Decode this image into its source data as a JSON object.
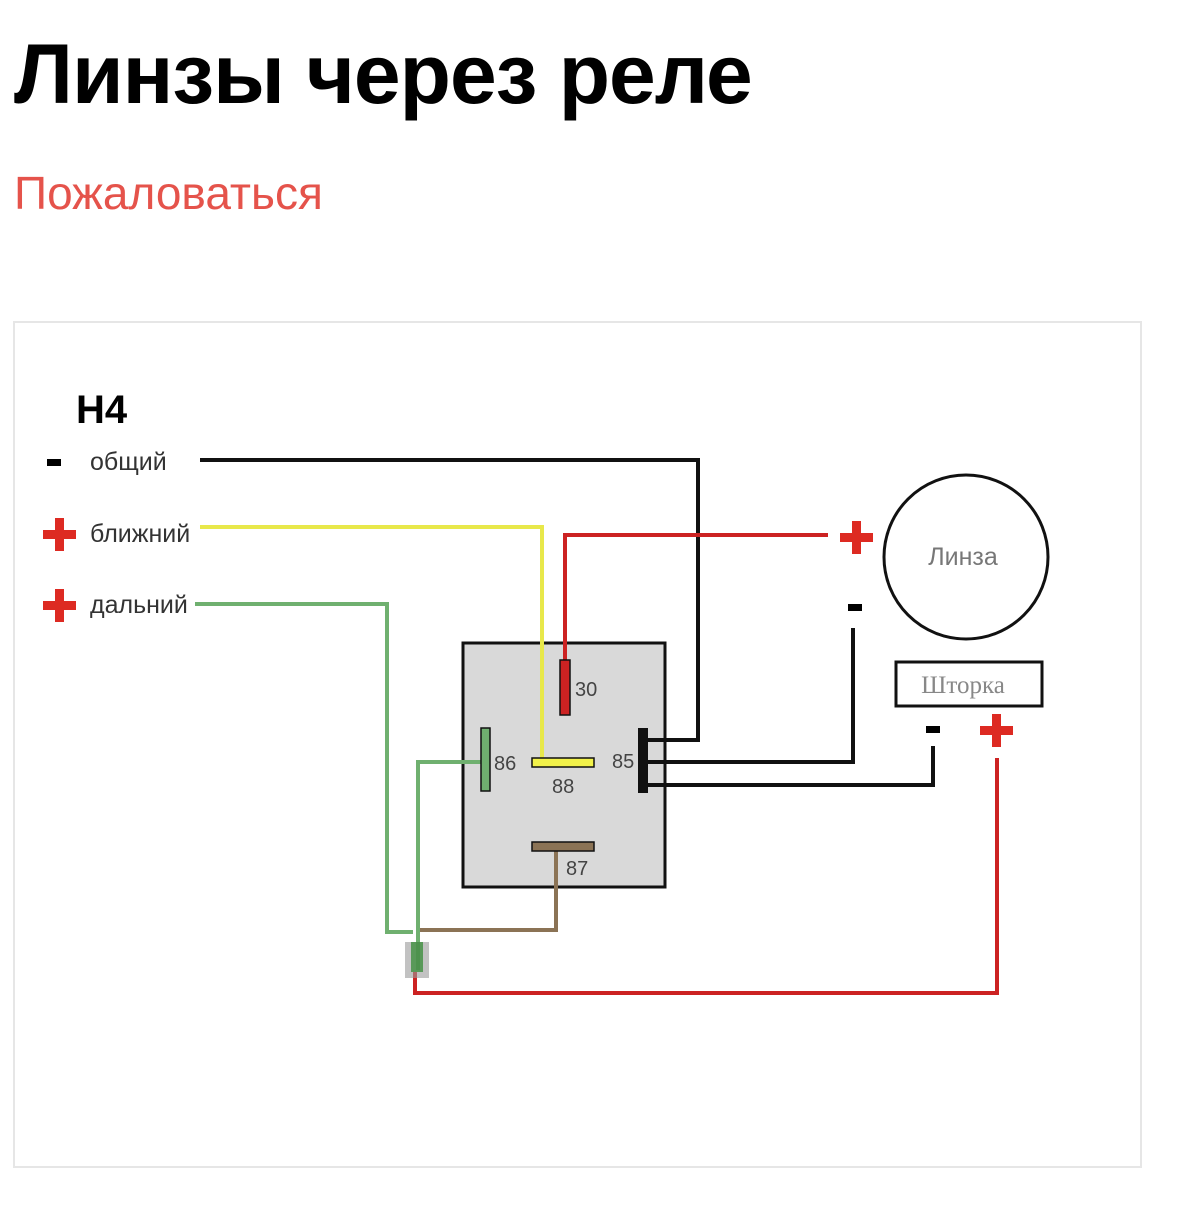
{
  "page": {
    "title": "Линзы через реле",
    "report_link": "Пожаловаться"
  },
  "diagram": {
    "heading": "H4",
    "inputs": [
      {
        "sign": "-",
        "label": "общий",
        "wire_color": "#111111"
      },
      {
        "sign": "+",
        "label": "ближний",
        "wire_color": "#e8e84a"
      },
      {
        "sign": "+",
        "label": "дальний",
        "wire_color": "#6fb06f"
      }
    ],
    "relay_pins": {
      "p30": "30",
      "p86": "86",
      "p88": "88",
      "p85": "85",
      "p87": "87"
    },
    "lens_label": "Линза",
    "shutter_label": "Шторка",
    "colors": {
      "red": "#cc2222",
      "brown": "#8b7355",
      "relay_fill": "#d9d9d9",
      "plus": "#dd2a22"
    }
  }
}
